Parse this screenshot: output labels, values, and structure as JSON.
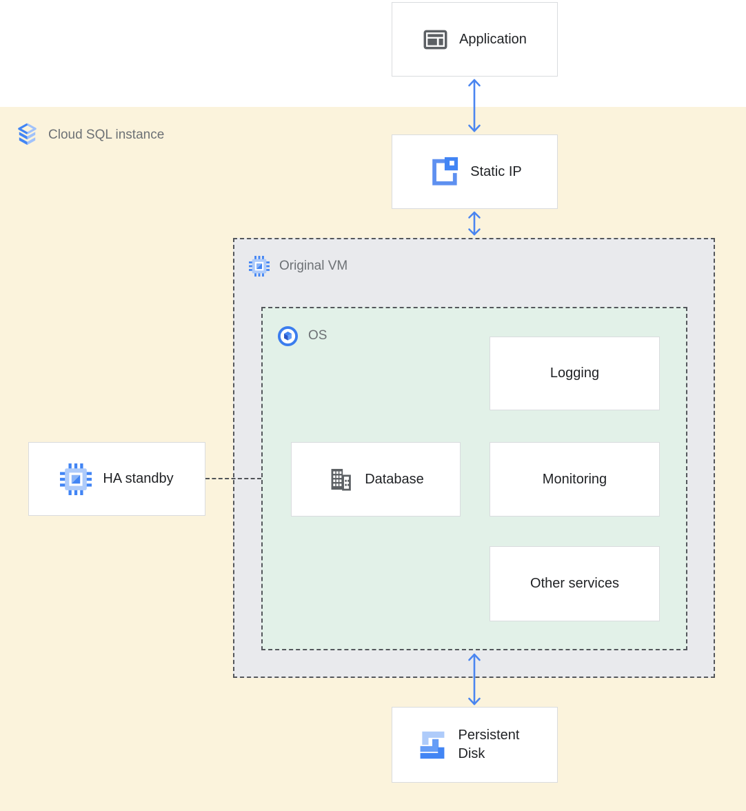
{
  "zones": {
    "cloud_sql_instance": {
      "label": "Cloud SQL instance",
      "icon": "cloud-sql-stack-icon",
      "bg": "#FBF3DC"
    },
    "original_vm": {
      "label": "Original VM",
      "icon": "compute-engine-chip-icon",
      "bg": "#E9EAED"
    },
    "os": {
      "label": "OS",
      "icon": "os-cube-circle-icon",
      "bg": "#E2F1E8"
    }
  },
  "nodes": {
    "application": {
      "label": "Application",
      "icon": "app-window-icon"
    },
    "static_ip": {
      "label": "Static IP",
      "icon": "static-ip-icon"
    },
    "logging": {
      "label": "Logging"
    },
    "database": {
      "label": "Database",
      "icon": "building-icon"
    },
    "monitoring": {
      "label": "Monitoring"
    },
    "other_services": {
      "label": "Other services"
    },
    "ha_standby": {
      "label": "HA standby",
      "icon": "compute-engine-chip-icon"
    },
    "persistent_disk": {
      "label": "Persistent Disk",
      "icon": "persistent-disk-icon"
    }
  },
  "connections": [
    {
      "from": "application",
      "to": "static_ip",
      "style": "double-arrow"
    },
    {
      "from": "static_ip",
      "to": "original_vm",
      "style": "double-arrow"
    },
    {
      "from": "os",
      "to": "persistent_disk",
      "style": "double-arrow"
    },
    {
      "from": "ha_standby",
      "to": "os",
      "style": "dashed-line"
    }
  ],
  "colors": {
    "arrow_blue": "#4A85F0",
    "blue_primary": "#4285F4",
    "blue_mid": "#669DF6",
    "blue_light": "#AECBFA",
    "instance_bg": "#FBF3DC",
    "vm_bg": "#E9EAED",
    "os_bg": "#E2F1E8",
    "node_border": "#D9DBDE",
    "dashed_border": "#53565B",
    "zone_label_gray": "#6D7175",
    "text_dark": "#1F2124",
    "icon_gray": "#5C6064"
  }
}
